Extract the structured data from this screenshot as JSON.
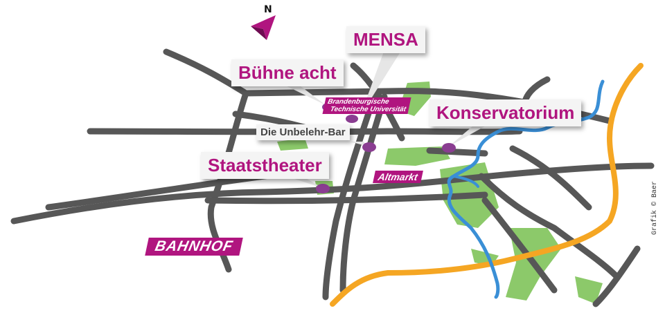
{
  "map": {
    "north_label": "N",
    "credit": "Grafik © Baer",
    "colors": {
      "road": "#575757",
      "river": "#3a8fd6",
      "railway": "#f5a623",
      "park": "#8cc96a",
      "accent": "#b0157f",
      "marker": "#8a3d91"
    },
    "callouts": {
      "mensa": "MENSA",
      "buehne": "Bühne acht",
      "konservatorium": "Konservatorium",
      "staatstheater": "Staatstheater",
      "unbelehr": "Die Unbelehr-Bar"
    },
    "tags": {
      "btu_line1": "Brandenburgische",
      "btu_line2": "Technische Universität",
      "altmarkt": "Altmarkt",
      "bahnhof": "BAHNHOF"
    }
  }
}
